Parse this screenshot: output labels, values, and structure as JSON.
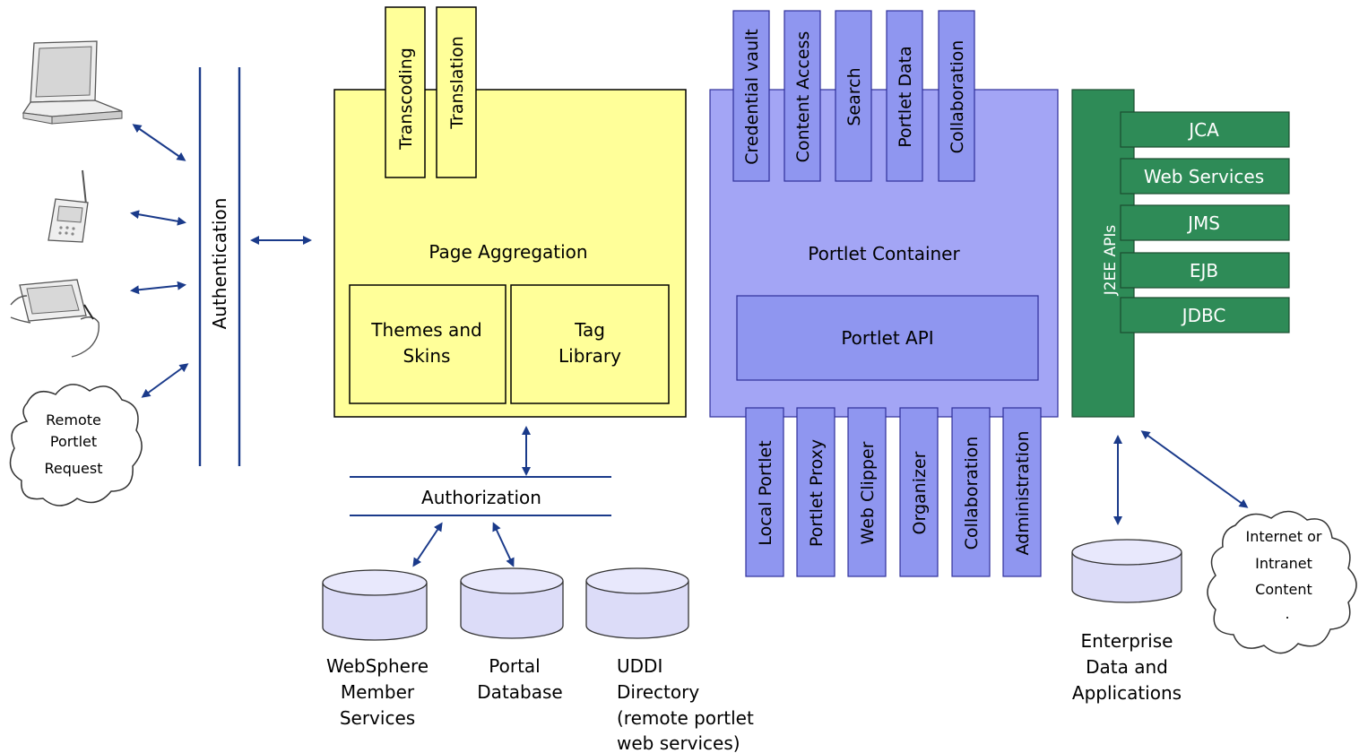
{
  "authentication": "Authentication",
  "page_aggregation": {
    "title": "Page Aggregation",
    "top_tabs": [
      "Transcoding",
      "Translation"
    ],
    "themes": [
      "Themes and",
      "Skins"
    ],
    "tag": [
      "Tag",
      "Library"
    ]
  },
  "authorization": "Authorization",
  "databases": [
    {
      "lines": [
        "WebSphere",
        "Member",
        "Services"
      ]
    },
    {
      "lines": [
        "Portal",
        "Database"
      ]
    },
    {
      "lines": [
        "UDDI",
        "Directory",
        "(remote portlet",
        "web services)"
      ]
    }
  ],
  "portlet_container": {
    "title": "Portlet Container",
    "api": "Portlet API",
    "top_tabs": [
      "Credential vault",
      "Content Access",
      "Search",
      "Portlet Data",
      "Collaboration"
    ],
    "bottom_tabs": [
      "Local Portlet",
      "Portlet Proxy",
      "Web Clipper",
      "Organizer",
      "Collaboration",
      "Administration"
    ]
  },
  "j2ee": {
    "label": "J2EE APIs",
    "items": [
      "JCA",
      "Web Services",
      "JMS",
      "EJB",
      "JDBC"
    ]
  },
  "remote_cloud": [
    "Remote",
    "Portlet",
    "Request"
  ],
  "internet_cloud": [
    "Internet or",
    "Intranet",
    "Content",
    "."
  ],
  "enterprise": [
    "Enterprise",
    "Data and",
    "Applications"
  ],
  "colors": {
    "yellow_box": "#ffff99",
    "blue_box": "#a3a5f5",
    "blue_tab": "#8f96f0",
    "green_box": "#2e8b57",
    "arrow": "#1a3a8a"
  }
}
